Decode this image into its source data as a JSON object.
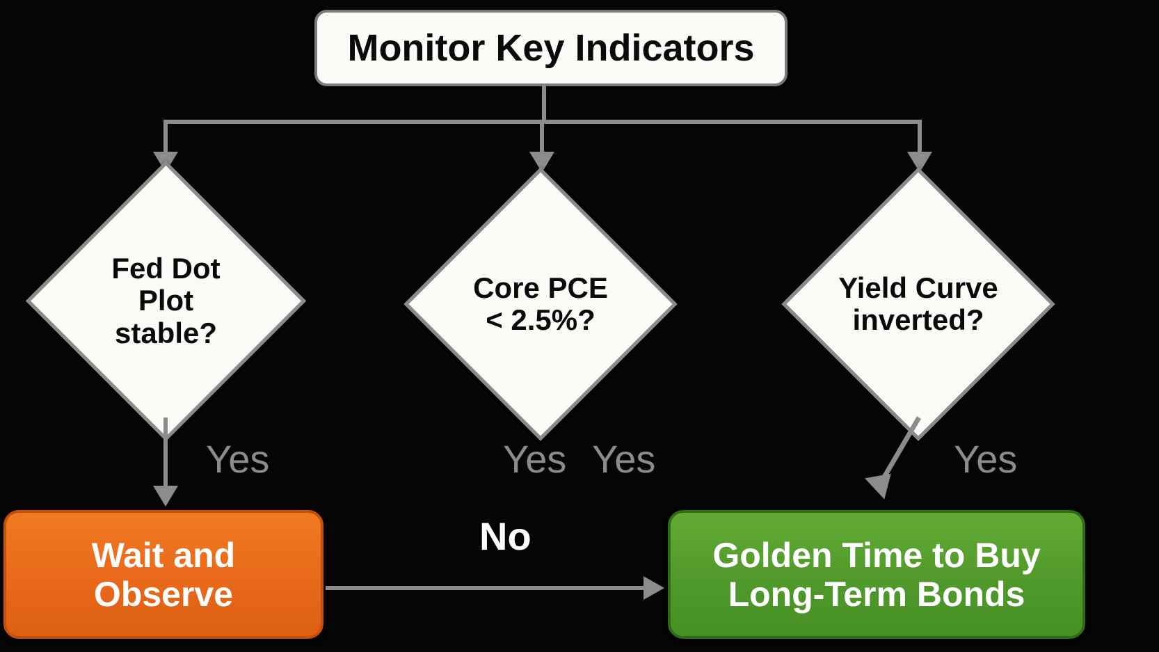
{
  "diagram": {
    "title_node": {
      "label": "Monitor Key Indicators"
    },
    "decisions": [
      {
        "id": "fed-dot-plot",
        "line1": "Fed Dot",
        "line2": "Plot",
        "line3": "stable?"
      },
      {
        "id": "core-pce",
        "line1": "Core PCE",
        "line2": "< 2.5%?"
      },
      {
        "id": "yield-curve",
        "line1": "Yield Curve",
        "line2": "inverted?"
      }
    ],
    "outcomes": {
      "wait": {
        "line1": "Wait and",
        "line2": "Observe"
      },
      "buy": {
        "line1": "Golden Time to Buy",
        "line2": "Long-Term Bonds"
      }
    },
    "edge_labels": {
      "yes_1": "Yes",
      "yes_2": "Yes",
      "yes_3": "Yes",
      "yes_4": "Yes",
      "no_1": "No"
    },
    "colors": {
      "background": "#050505",
      "node_fill": "#fbfbf8",
      "node_border": "#7a7a7a",
      "connector": "#8c8c8c",
      "wait_box": "#e8691a",
      "buy_box": "#50992b",
      "label_text": "#8c8c8c",
      "no_label_text": "#ffffff"
    }
  }
}
